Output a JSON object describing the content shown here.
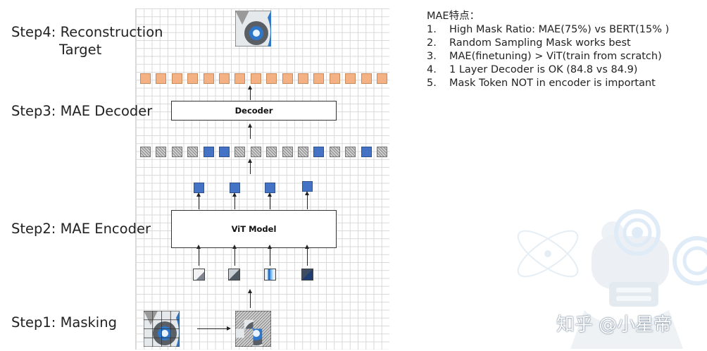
{
  "steps": {
    "step4_line1": "Step4: Reconstruction",
    "step4_line2": "Target",
    "step3": "Step3: MAE Decoder",
    "step2": "Step2: MAE Encoder",
    "step1": "Step1: Masking"
  },
  "boxes": {
    "decoder": "Decoder",
    "encoder": "ViT Model"
  },
  "notes": {
    "title": "MAE特点：",
    "items": [
      {
        "num": "1.",
        "text": "High Mask Ratio: MAE(75%)  vs BERT(15% )"
      },
      {
        "num": "2.",
        "text": "Random Sampling Mask works best"
      },
      {
        "num": "3.",
        "text": "MAE(finetuning) > ViT(train from scratch)"
      },
      {
        "num": "4.",
        "text": "1 Layer Decoder is OK (84.8 vs 84.9)"
      },
      {
        "num": "5.",
        "text": "Mask Token NOT in encoder is important"
      }
    ]
  },
  "tokens": {
    "decoder_output": [
      "orange",
      "orange",
      "orange",
      "orange",
      "orange",
      "orange",
      "orange",
      "orange",
      "orange",
      "orange",
      "orange",
      "orange",
      "orange",
      "orange",
      "orange",
      "orange"
    ],
    "decoder_input": [
      "gray",
      "gray",
      "gray",
      "gray",
      "blue",
      "blue",
      "gray",
      "gray",
      "gray",
      "gray",
      "gray",
      "blue",
      "gray",
      "gray",
      "blue",
      "gray"
    ],
    "encoder_output": [
      "blue",
      "blue",
      "blue",
      "blue"
    ]
  },
  "colors": {
    "orange_token": "#f4b183",
    "blue_token": "#4472c4",
    "mask_token": "#cfcfcf"
  },
  "watermark": "知乎 @小星帝"
}
